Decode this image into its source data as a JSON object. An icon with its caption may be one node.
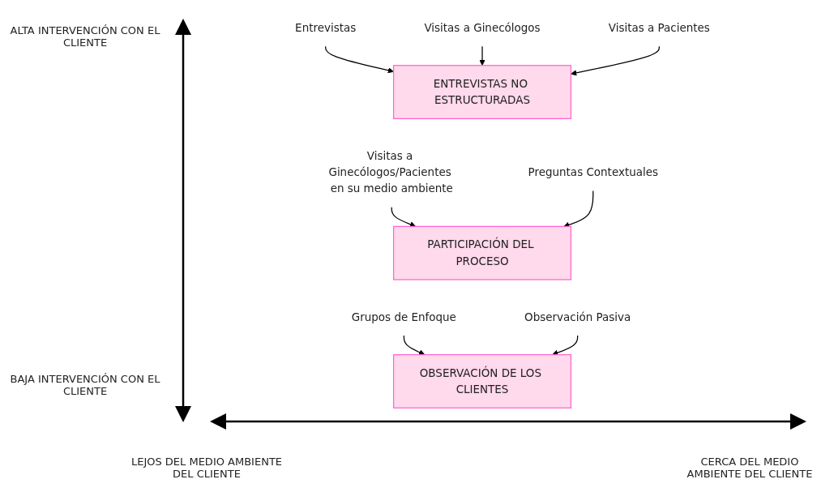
{
  "diagram": {
    "nodes": [
      {
        "text": [
          "Entrevistas"
        ]
      },
      {
        "text": [
          "Visitas a Ginecólogos"
        ]
      },
      {
        "text": [
          "Visitas a Pacientes"
        ]
      },
      {
        "text": [
          "ENTREVISTAS NO ESTRUCTURADAS"
        ]
      },
      {
        "text": [
          "Visitas a Ginecólogos/Pacientes en su medio ambiente"
        ]
      },
      {
        "text": [
          "Preguntas Contextuales"
        ]
      },
      {
        "text": [
          "PARTICIPACIÓN DEL PROCESO"
        ]
      },
      {
        "text": [
          "Grupos de Enfoque"
        ]
      },
      {
        "text": [
          "Observación Pasiva"
        ]
      },
      {
        "text": [
          "OBSERVACIÓN DE LOS CLIENTES"
        ]
      }
    ],
    "edges": [
      {
        "from": 0,
        "to": 3,
        "arrow": "to"
      },
      {
        "from": 1,
        "to": 3,
        "arrow": "to"
      },
      {
        "from": 2,
        "to": 3,
        "arrow": "to"
      },
      {
        "from": 4,
        "to": 6,
        "arrow": "to"
      },
      {
        "from": 5,
        "to": 6,
        "arrow": "to"
      },
      {
        "from": 7,
        "to": 9,
        "arrow": "to"
      },
      {
        "from": 8,
        "to": 9,
        "arrow": "to"
      }
    ],
    "labels": [
      "ALTA INTERVENCIÓN CON EL CLIENTE",
      "BAJA INTERVENCIÓN CON EL CLIENTE",
      "LEJOS DEL MEDIO AMBIENTE DEL CLIENTE",
      "CERCA DEL MEDIO AMBIENTE DEL CLIENTE"
    ]
  }
}
